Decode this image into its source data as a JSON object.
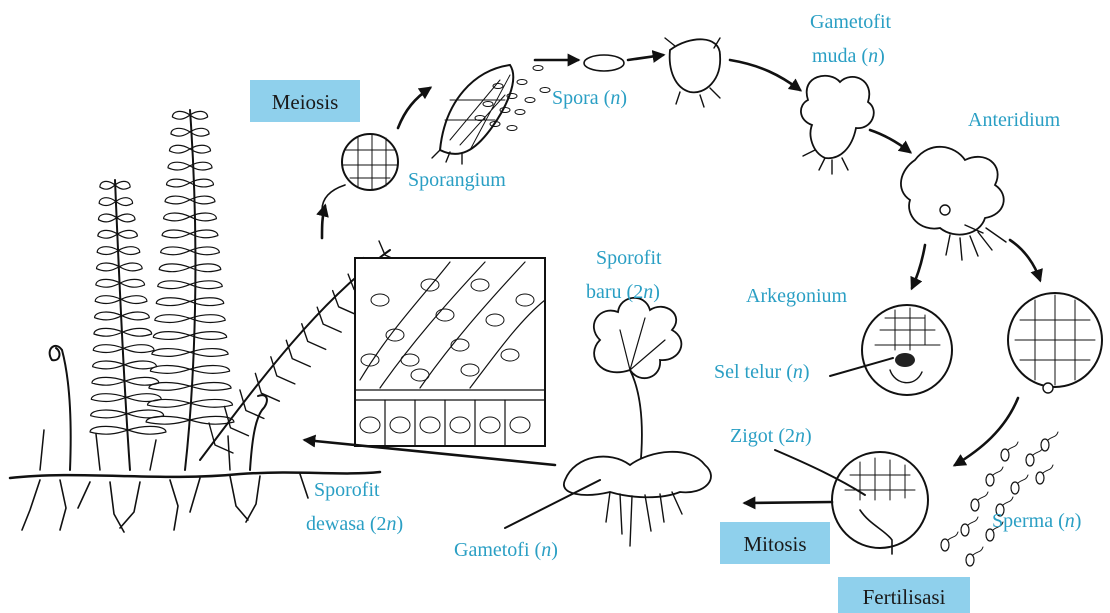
{
  "colors": {
    "label": "#2a9fc4",
    "box": "#8fd0ec",
    "box_text": "#1a1a1a",
    "ink": "#111111"
  },
  "boxes": {
    "meiosis": "Meiosis",
    "mitosis": "Mitosis",
    "fertilization": "Fertilisasi"
  },
  "labels": {
    "sporangium": "Sporangium",
    "spore_text": "Spora (",
    "spore_ploidy": "n",
    "young_gametophyte_line1": "Gametofit",
    "young_gametophyte_line2": "muda (",
    "young_gametophyte_ploidy": "n",
    "antheridium": "Anteridium",
    "archegonium": "Arkegonium",
    "egg_cell_text": "Sel telur (",
    "egg_cell_ploidy": "n",
    "new_sporophyte_line1": "Sporofit",
    "new_sporophyte_line2": "baru (2",
    "new_sporophyte_ploidy": "n",
    "zygote_text": "Zigot (2",
    "zygote_ploidy": "n",
    "sperm_text": "Sperma (",
    "sperm_ploidy": "n",
    "mature_sporophyte_line1": "Sporofit",
    "mature_sporophyte_line2": "dewasa (2",
    "mature_sporophyte_ploidy": "n",
    "gametophyte_text": "Gametofi (",
    "gametophyte_ploidy": "n",
    "close_paren": ")"
  }
}
